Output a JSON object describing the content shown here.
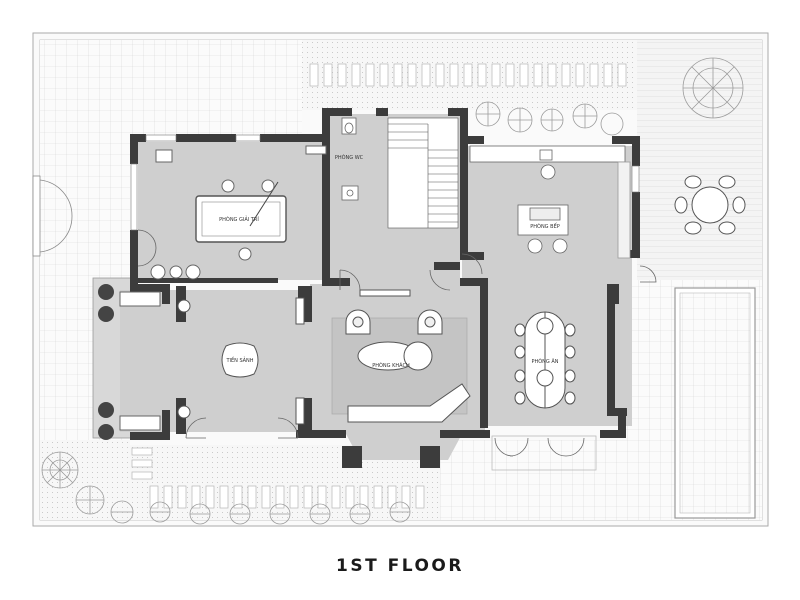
{
  "title": "1ST FLOOR",
  "rooms": {
    "game_room": "PHÒNG GIẢI TRÍ",
    "wc": "PHÒNG WC",
    "kitchen": "PHÒNG BẾP",
    "lobby": "TIỀN SẢNH",
    "living_room": "PHÒNG KHÁCH",
    "dining_room": "PHÒNG ĂN"
  },
  "colors": {
    "wall": "#3c3c3c",
    "floor": "#cfcfcf",
    "grid_line": "#d9d9d9",
    "outline": "#9a9a9a"
  }
}
